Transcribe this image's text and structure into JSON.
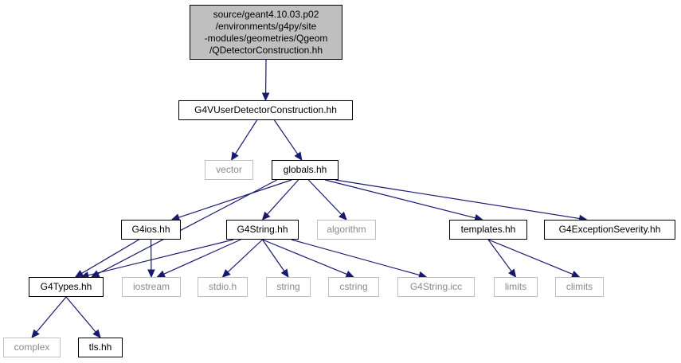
{
  "diagram": {
    "root": {
      "lines": [
        "source/geant4.10.03.p02",
        "/environments/g4py/site",
        "-modules/geometries/Qgeom",
        "/QDetectorConstruction.hh"
      ]
    },
    "nodes": {
      "g4vuser": "G4VUserDetectorConstruction.hh",
      "vector": "vector",
      "globals": "globals.hh",
      "g4ios": "G4ios.hh",
      "g4string": "G4String.hh",
      "algorithm": "algorithm",
      "templates": "templates.hh",
      "g4exception": "G4ExceptionSeverity.hh",
      "g4types": "G4Types.hh",
      "iostream": "iostream",
      "stdio": "stdio.h",
      "string": "string",
      "cstring": "cstring",
      "g4stringicc": "G4String.icc",
      "limits": "limits",
      "climits": "climits",
      "complex": "complex",
      "tls": "tls.hh"
    },
    "edges": [
      [
        "root",
        "g4vuser"
      ],
      [
        "g4vuser",
        "vector"
      ],
      [
        "g4vuser",
        "globals"
      ],
      [
        "globals",
        "g4types"
      ],
      [
        "globals",
        "g4ios"
      ],
      [
        "globals",
        "g4string"
      ],
      [
        "globals",
        "algorithm"
      ],
      [
        "globals",
        "templates"
      ],
      [
        "globals",
        "g4exception"
      ],
      [
        "g4ios",
        "g4types"
      ],
      [
        "g4ios",
        "iostream"
      ],
      [
        "g4string",
        "g4types"
      ],
      [
        "g4string",
        "iostream"
      ],
      [
        "g4string",
        "stdio"
      ],
      [
        "g4string",
        "string"
      ],
      [
        "g4string",
        "cstring"
      ],
      [
        "g4string",
        "g4stringicc"
      ],
      [
        "templates",
        "limits"
      ],
      [
        "templates",
        "climits"
      ],
      [
        "g4types",
        "complex"
      ],
      [
        "g4types",
        "tls"
      ]
    ],
    "colors": {
      "edge": "#191970",
      "root_fill": "#bfbfbf",
      "external_border": "#bfbfbf",
      "external_text": "#8a8a8a"
    }
  }
}
